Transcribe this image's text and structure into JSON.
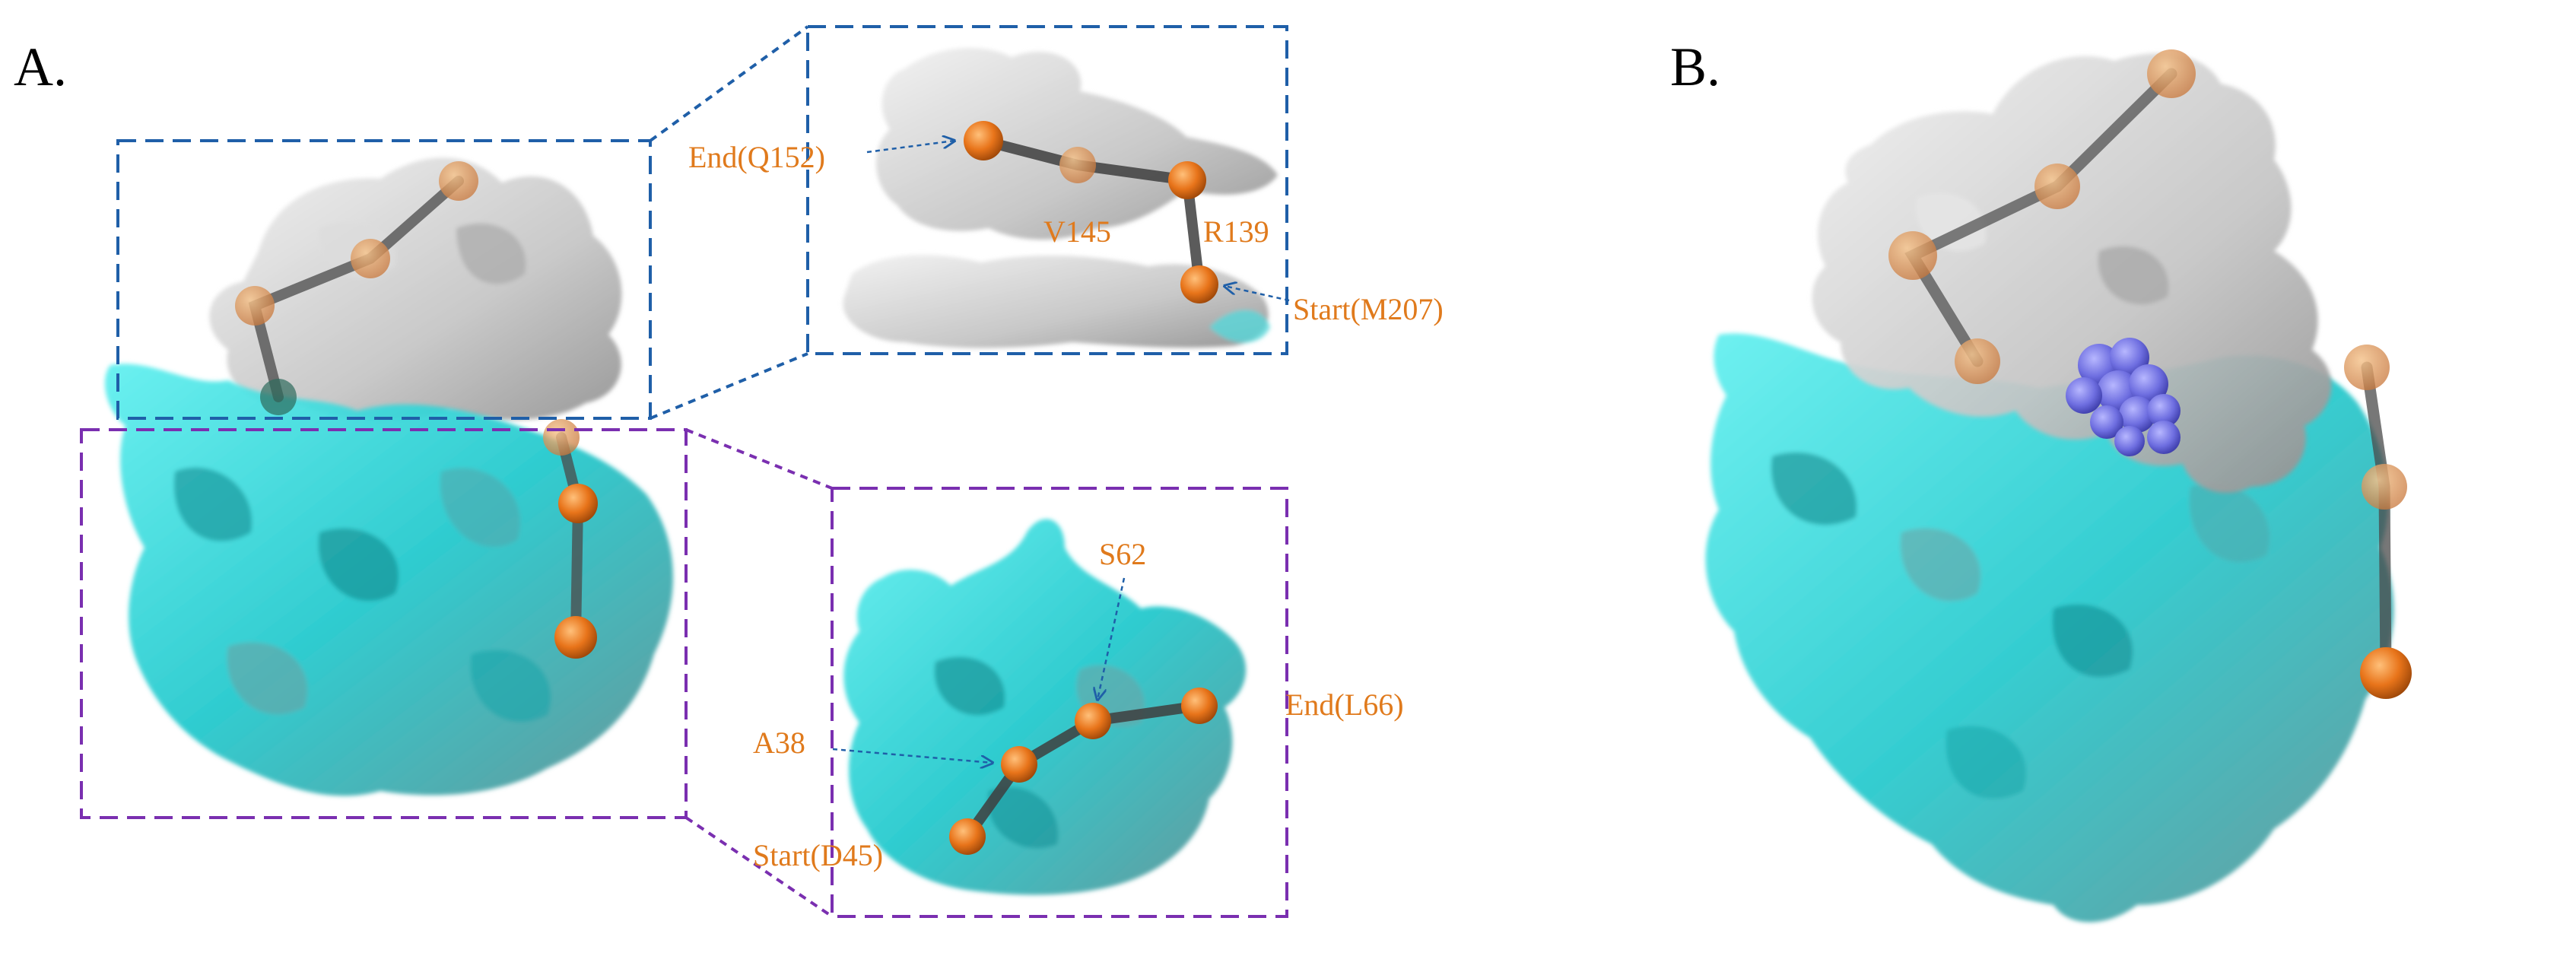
{
  "panels": {
    "a": {
      "letter": "A."
    },
    "b": {
      "letter": "B."
    }
  },
  "colors": {
    "lobe_gray": "#c9c9c9",
    "lobe_cyan": "#2fd0d4",
    "residue_orange": "#e8741a",
    "link_dark": "#555555",
    "ligand_blue": "#6e6ee0",
    "box_blue": "#1f5fa8",
    "box_purple": "#7a2fb0",
    "label_orange": "#e07a1c"
  },
  "insets": {
    "top": {
      "labels": {
        "end": "End(Q152)",
        "mid1": "V145",
        "mid2": "R139",
        "start": "Start(M207)"
      }
    },
    "bottom": {
      "labels": {
        "s62": "S62",
        "end": "End(L66)",
        "a38": "A38",
        "start": "Start(D45)"
      }
    }
  }
}
